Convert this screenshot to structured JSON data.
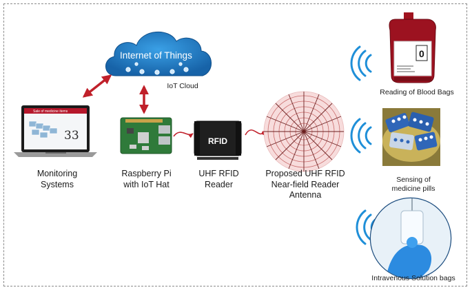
{
  "diagram": {
    "cloud": {
      "title": "Internet of Things",
      "caption": "IoT Cloud"
    },
    "laptop": {
      "screen_title": "Sale of medicine  items",
      "screen_number": "33",
      "label_line1": "Monitoring",
      "label_line2": "Systems"
    },
    "raspberry": {
      "label_line1": "Raspberry Pi",
      "label_line2": "with IoT Hat"
    },
    "reader": {
      "device_text": "RFID",
      "label_line1": "UHF RFID",
      "label_line2": "Reader"
    },
    "antenna": {
      "label_line1": "Proposed UHF RFID",
      "label_line2": "Near-field Reader",
      "label_line3": "Antenna"
    },
    "blood": {
      "bag_number": "0",
      "label": "Reading of Blood Bags"
    },
    "pills": {
      "label_line1": "Sensing of",
      "label_line2": "medicine pills"
    },
    "iv": {
      "label": "Intravenous Solution bags"
    },
    "colors": {
      "arrow": "#c0202a",
      "cloud": "#1f7fc8",
      "signal": "#1f8fd8"
    }
  }
}
